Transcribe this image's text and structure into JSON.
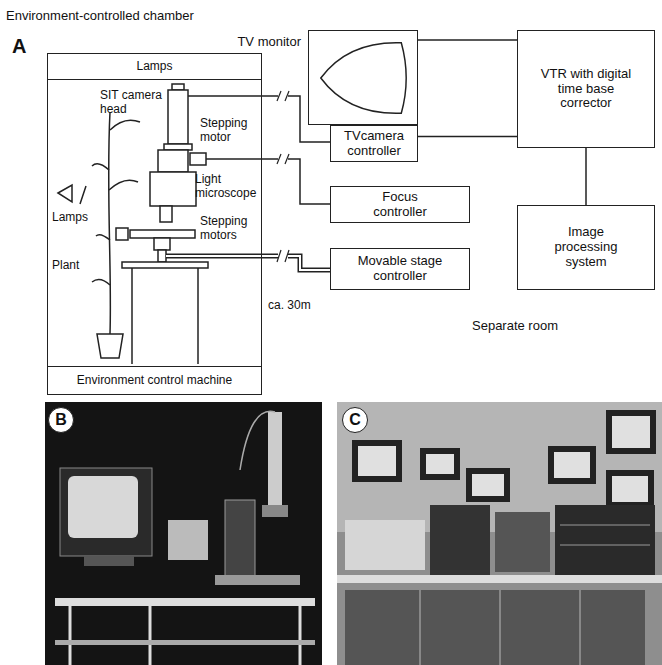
{
  "diagram": {
    "nodes": [
      {
        "text": [
          "Environment-controlled chamber"
        ]
      },
      {
        "text": [
          "Lamps"
        ],
        "in": 0
      },
      {
        "text": [
          "Environment control machine"
        ],
        "in": 0
      },
      {
        "text": [
          "TV monitor"
        ]
      },
      {
        "text": [
          "TVcamera controller"
        ]
      },
      {
        "text": [
          "VTR with digital time base corrector"
        ]
      },
      {
        "text": [
          "Focus controller"
        ]
      },
      {
        "text": [
          "Movable stage controller"
        ]
      },
      {
        "text": [
          "Image processing system"
        ]
      },
      {
        "text": [
          "B"
        ]
      },
      {
        "text": [
          "C"
        ]
      }
    ],
    "edges": [
      {
        "from": 3,
        "to": 5,
        "arrow": "none"
      },
      {
        "from": 4,
        "to": 5,
        "arrow": "none"
      },
      {
        "from": 5,
        "to": 8,
        "arrow": "none"
      }
    ],
    "labels": [
      "A",
      "SIT camera head",
      "Stepping motor",
      "Light microscope",
      "Lamps",
      "Plant",
      "Stepping motors",
      "ca. 30m",
      "Separate room"
    ]
  }
}
